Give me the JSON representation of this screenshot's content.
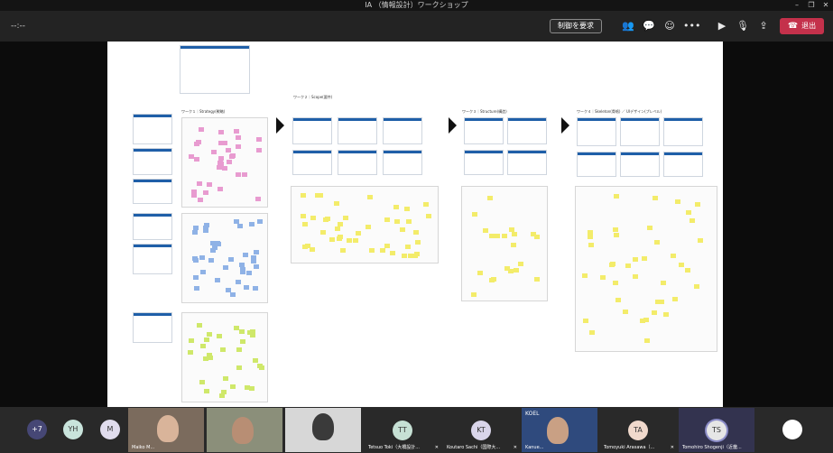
{
  "window": {
    "title": "IA （情報設計）ワークショップ",
    "controls": [
      "–",
      "❐",
      "✕"
    ]
  },
  "toolbar": {
    "timer": "--:--",
    "take_control_label": "制御を要求",
    "leave_label": "退出",
    "icons": [
      "people-icon",
      "chat-icon",
      "reactions-icon",
      "more-icon",
      "camera-off-icon",
      "mic-off-icon",
      "share-icon"
    ]
  },
  "screen": {
    "center_heading": "ワーク２｜Scope(要件)",
    "sections": [
      {
        "name": "ワーク１｜Strategy(戦略)"
      },
      {
        "name": "ワーク２｜Scope(要件)"
      },
      {
        "name": "ワーク３｜Structure(構造)"
      },
      {
        "name": "ワーク４｜Skeleton(骨格) ／ UIデザイン(プレベル)"
      }
    ]
  },
  "participants": {
    "overflow": "+7",
    "avatars": [
      "YH",
      "M"
    ],
    "tiles": [
      {
        "name": "Maiko M..."
      },
      {
        "name": ""
      },
      {
        "name": ""
      },
      {
        "name": "Tetsuo Toki（大橋設計...",
        "initials": "TT"
      },
      {
        "name": "Koutaro Sachi（国際大...",
        "initials": "KT"
      },
      {
        "name": "Kanue...",
        "badge": "KOEL"
      },
      {
        "name": "Tomoyuki Arasawa（...",
        "initials": "TA"
      },
      {
        "name": "Tomohiro Shogenji（近畿...",
        "initials": "TS"
      }
    ]
  },
  "colors": {
    "leave": "#c4314b",
    "accent": "#464775"
  }
}
